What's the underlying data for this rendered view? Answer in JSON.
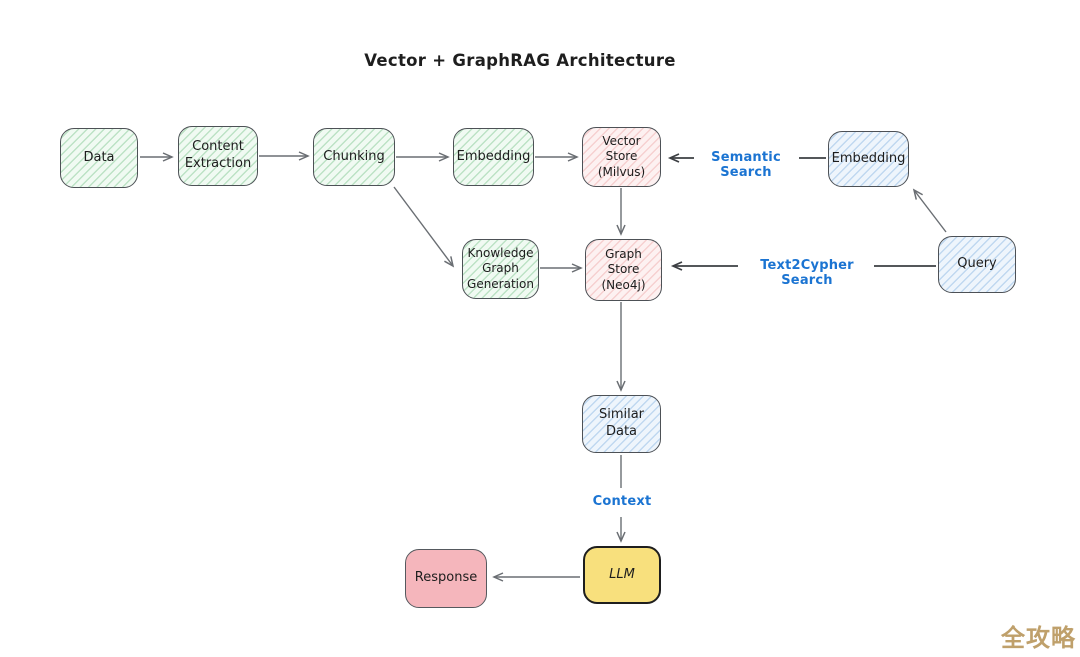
{
  "title": "Vector + GraphRAG Architecture",
  "watermark": "全攻略",
  "colors": {
    "edge_label_blue": "#1b74d2",
    "green_node_fill": "#f0faf2",
    "pink_node_fill": "#fdf1f1",
    "blue_node_fill": "#eef5fc",
    "yellow_node_fill": "#f8e07d",
    "red_node_fill": "#f5b6bc",
    "node_border": "#4d5156",
    "arrow_gray": "#6a6e73",
    "arrow_dark": "#3c3f43",
    "watermark_gold": "#bfa06b"
  },
  "nodes": {
    "data": {
      "label": "Data",
      "color": "green"
    },
    "content_extraction": {
      "label": "Content\nExtraction",
      "color": "green"
    },
    "chunking": {
      "label": "Chunking",
      "color": "green"
    },
    "embedding_ingest": {
      "label": "Embedding",
      "color": "green"
    },
    "vector_store": {
      "label": "Vector\nStore\n(Milvus)",
      "color": "pink"
    },
    "embedding_query": {
      "label": "Embedding",
      "color": "blue"
    },
    "query": {
      "label": "Query",
      "color": "blue"
    },
    "kg_generation": {
      "label": "Knowledge\nGraph\nGeneration",
      "color": "green"
    },
    "graph_store": {
      "label": "Graph\nStore\n(Neo4j)",
      "color": "pink"
    },
    "similar_data": {
      "label": "Similar\nData",
      "color": "blue"
    },
    "llm": {
      "label": "LLM",
      "color": "yellow"
    },
    "response": {
      "label": "Response",
      "color": "red"
    }
  },
  "edge_labels": {
    "semantic_search": "Semantic Search",
    "text2cypher": "Text2Cypher Search",
    "context": "Context"
  },
  "edges": [
    {
      "from": "Data",
      "to": "Content Extraction"
    },
    {
      "from": "Content Extraction",
      "to": "Chunking"
    },
    {
      "from": "Chunking",
      "to": "Embedding"
    },
    {
      "from": "Embedding",
      "to": "Vector Store (Milvus)"
    },
    {
      "from": "Embedding (query side)",
      "to": "Vector Store (Milvus)",
      "label": "Semantic Search"
    },
    {
      "from": "Query",
      "to": "Embedding (query side)"
    },
    {
      "from": "Query",
      "to": "Graph Store (Neo4j)",
      "label": "Text2Cypher Search"
    },
    {
      "from": "Vector Store (Milvus)",
      "to": "Graph Store (Neo4j)"
    },
    {
      "from": "Chunking",
      "to": "Knowledge Graph Generation"
    },
    {
      "from": "Knowledge Graph Generation",
      "to": "Graph Store (Neo4j)"
    },
    {
      "from": "Graph Store (Neo4j)",
      "to": "Similar Data"
    },
    {
      "from": "Similar Data",
      "to": "LLM",
      "label": "Context"
    },
    {
      "from": "LLM",
      "to": "Response"
    }
  ]
}
